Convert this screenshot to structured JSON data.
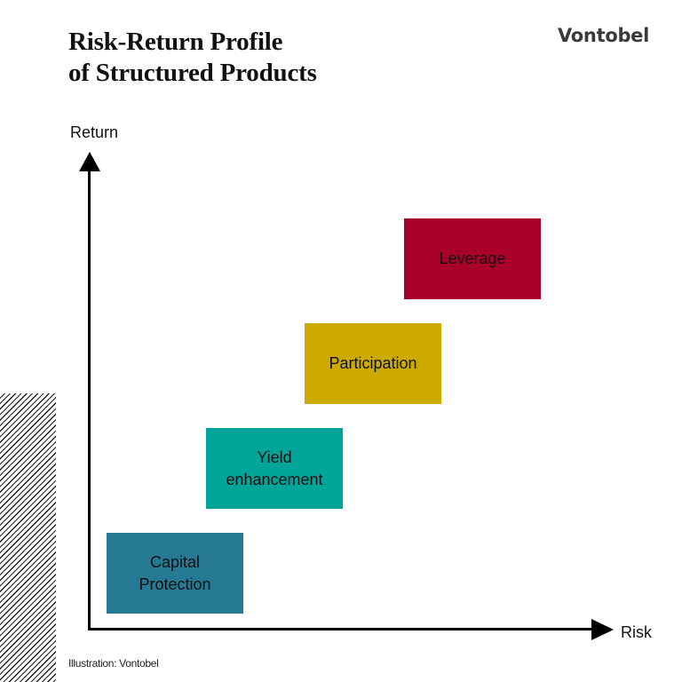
{
  "header": {
    "title_line1": "Risk-Return Profile",
    "title_line2": "of Structured Products",
    "logo": "Vontobel"
  },
  "axes": {
    "y_label": "Return",
    "x_label": "Risk"
  },
  "boxes": [
    {
      "line1": "Capital",
      "line2": "Protection",
      "color": "#267A93"
    },
    {
      "line1": "Yield",
      "line2": "enhancement",
      "color": "#00A59A"
    },
    {
      "line1": "Participation",
      "line2": "",
      "color": "#CCAA00"
    },
    {
      "line1": "Leverage",
      "line2": "",
      "color": "#A8002A"
    }
  ],
  "footer": {
    "caption": "Illustration: Vontobel"
  },
  "colors": {
    "capital_protection": "#267A93",
    "yield_enhancement": "#00A59A",
    "participation": "#CCAA00",
    "leverage": "#A8002A",
    "logo": "#3A3A3A"
  }
}
